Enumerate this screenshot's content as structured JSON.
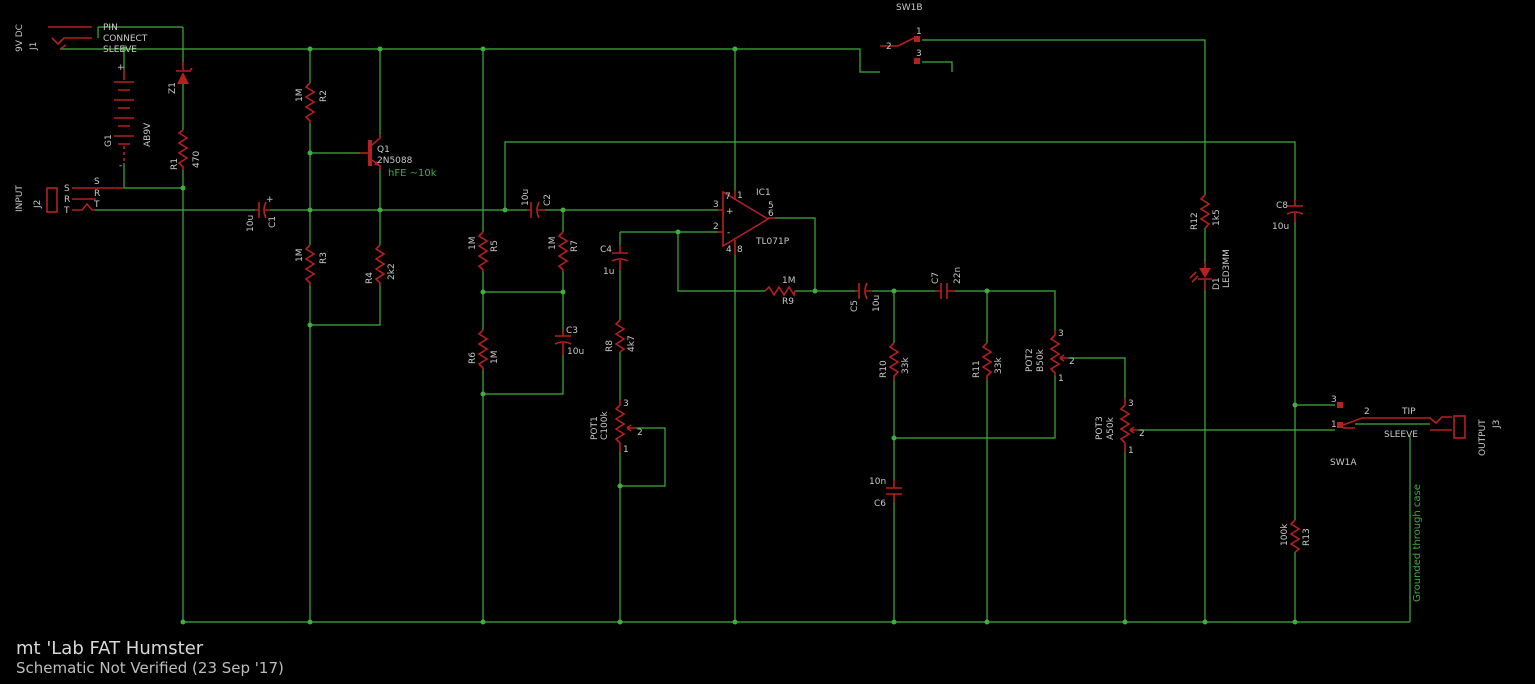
{
  "title": "mt 'Lab FAT Humster",
  "subtitle": "Schematic Not Verified (23 Sep '17)",
  "colors": {
    "background": "#000000",
    "wire": "#3fae3f",
    "part": "#b52020",
    "label": "#c8c8c8"
  },
  "labels": {
    "j1": "J1",
    "j1_val": "9V DC",
    "pin": "PIN",
    "connect": "CONNECT",
    "sleeve": "SLEEVE",
    "g1": "G1",
    "g1_val": "AB9V",
    "z1": "Z1",
    "r1": "R1",
    "r1_val": "470",
    "j2": "J2",
    "j2_val": "INPUT",
    "s": "S",
    "r": "R",
    "t": "T",
    "c1": "C1",
    "c1_val": "10u",
    "r2": "R2",
    "r2_val": "1M",
    "r3": "R3",
    "r3_val": "1M",
    "q1": "Q1",
    "q1_val": "2N5088",
    "hfe": "hFE ~10k",
    "r4": "R4",
    "r4_val": "2k2",
    "c2": "C2",
    "c2_val": "10u",
    "r5": "R5",
    "r5_val": "1M",
    "r6": "R6",
    "r6_val": "1M",
    "r7": "R7",
    "r7_val": "1M",
    "c3": "C3",
    "c3_val": "10u",
    "c4": "C4",
    "c4_val": "1u",
    "r8": "R8",
    "r8_val": "4k7",
    "pot1": "POT1",
    "pot1_val": "C100k",
    "ic1": "IC1",
    "ic1_val": "TL071P",
    "r9": "R9",
    "r9_val": "1M",
    "c5": "C5",
    "c5_val": "10u",
    "c7": "C7",
    "c7_val": "22n",
    "r10": "R10",
    "r10_val": "33k",
    "r11": "R11",
    "r11_val": "33k",
    "c6": "C6",
    "c6_val": "10n",
    "pot2": "POT2",
    "pot2_val": "B50k",
    "pot3": "POT3",
    "pot3_val": "A50k",
    "sw1b": "SW1B",
    "sw1a": "SW1A",
    "r12": "R12",
    "r12_val": "1k5",
    "d1": "D1",
    "d1_val": "LED3MM",
    "c8": "C8",
    "c8_val": "10u",
    "r13": "R13",
    "r13_val": "100k",
    "j3": "J3",
    "j3_val": "OUTPUT",
    "tip": "TIP",
    "sleeve_out": "SLEEVE",
    "grounded": "Grounded through case",
    "pin_1": "1",
    "pin_2": "2",
    "pin_3": "3",
    "pin_4": "4",
    "pin_5": "5",
    "pin_6": "6",
    "pin_7": "7",
    "pin_8": "8",
    "plus": "+",
    "minus": "-"
  }
}
